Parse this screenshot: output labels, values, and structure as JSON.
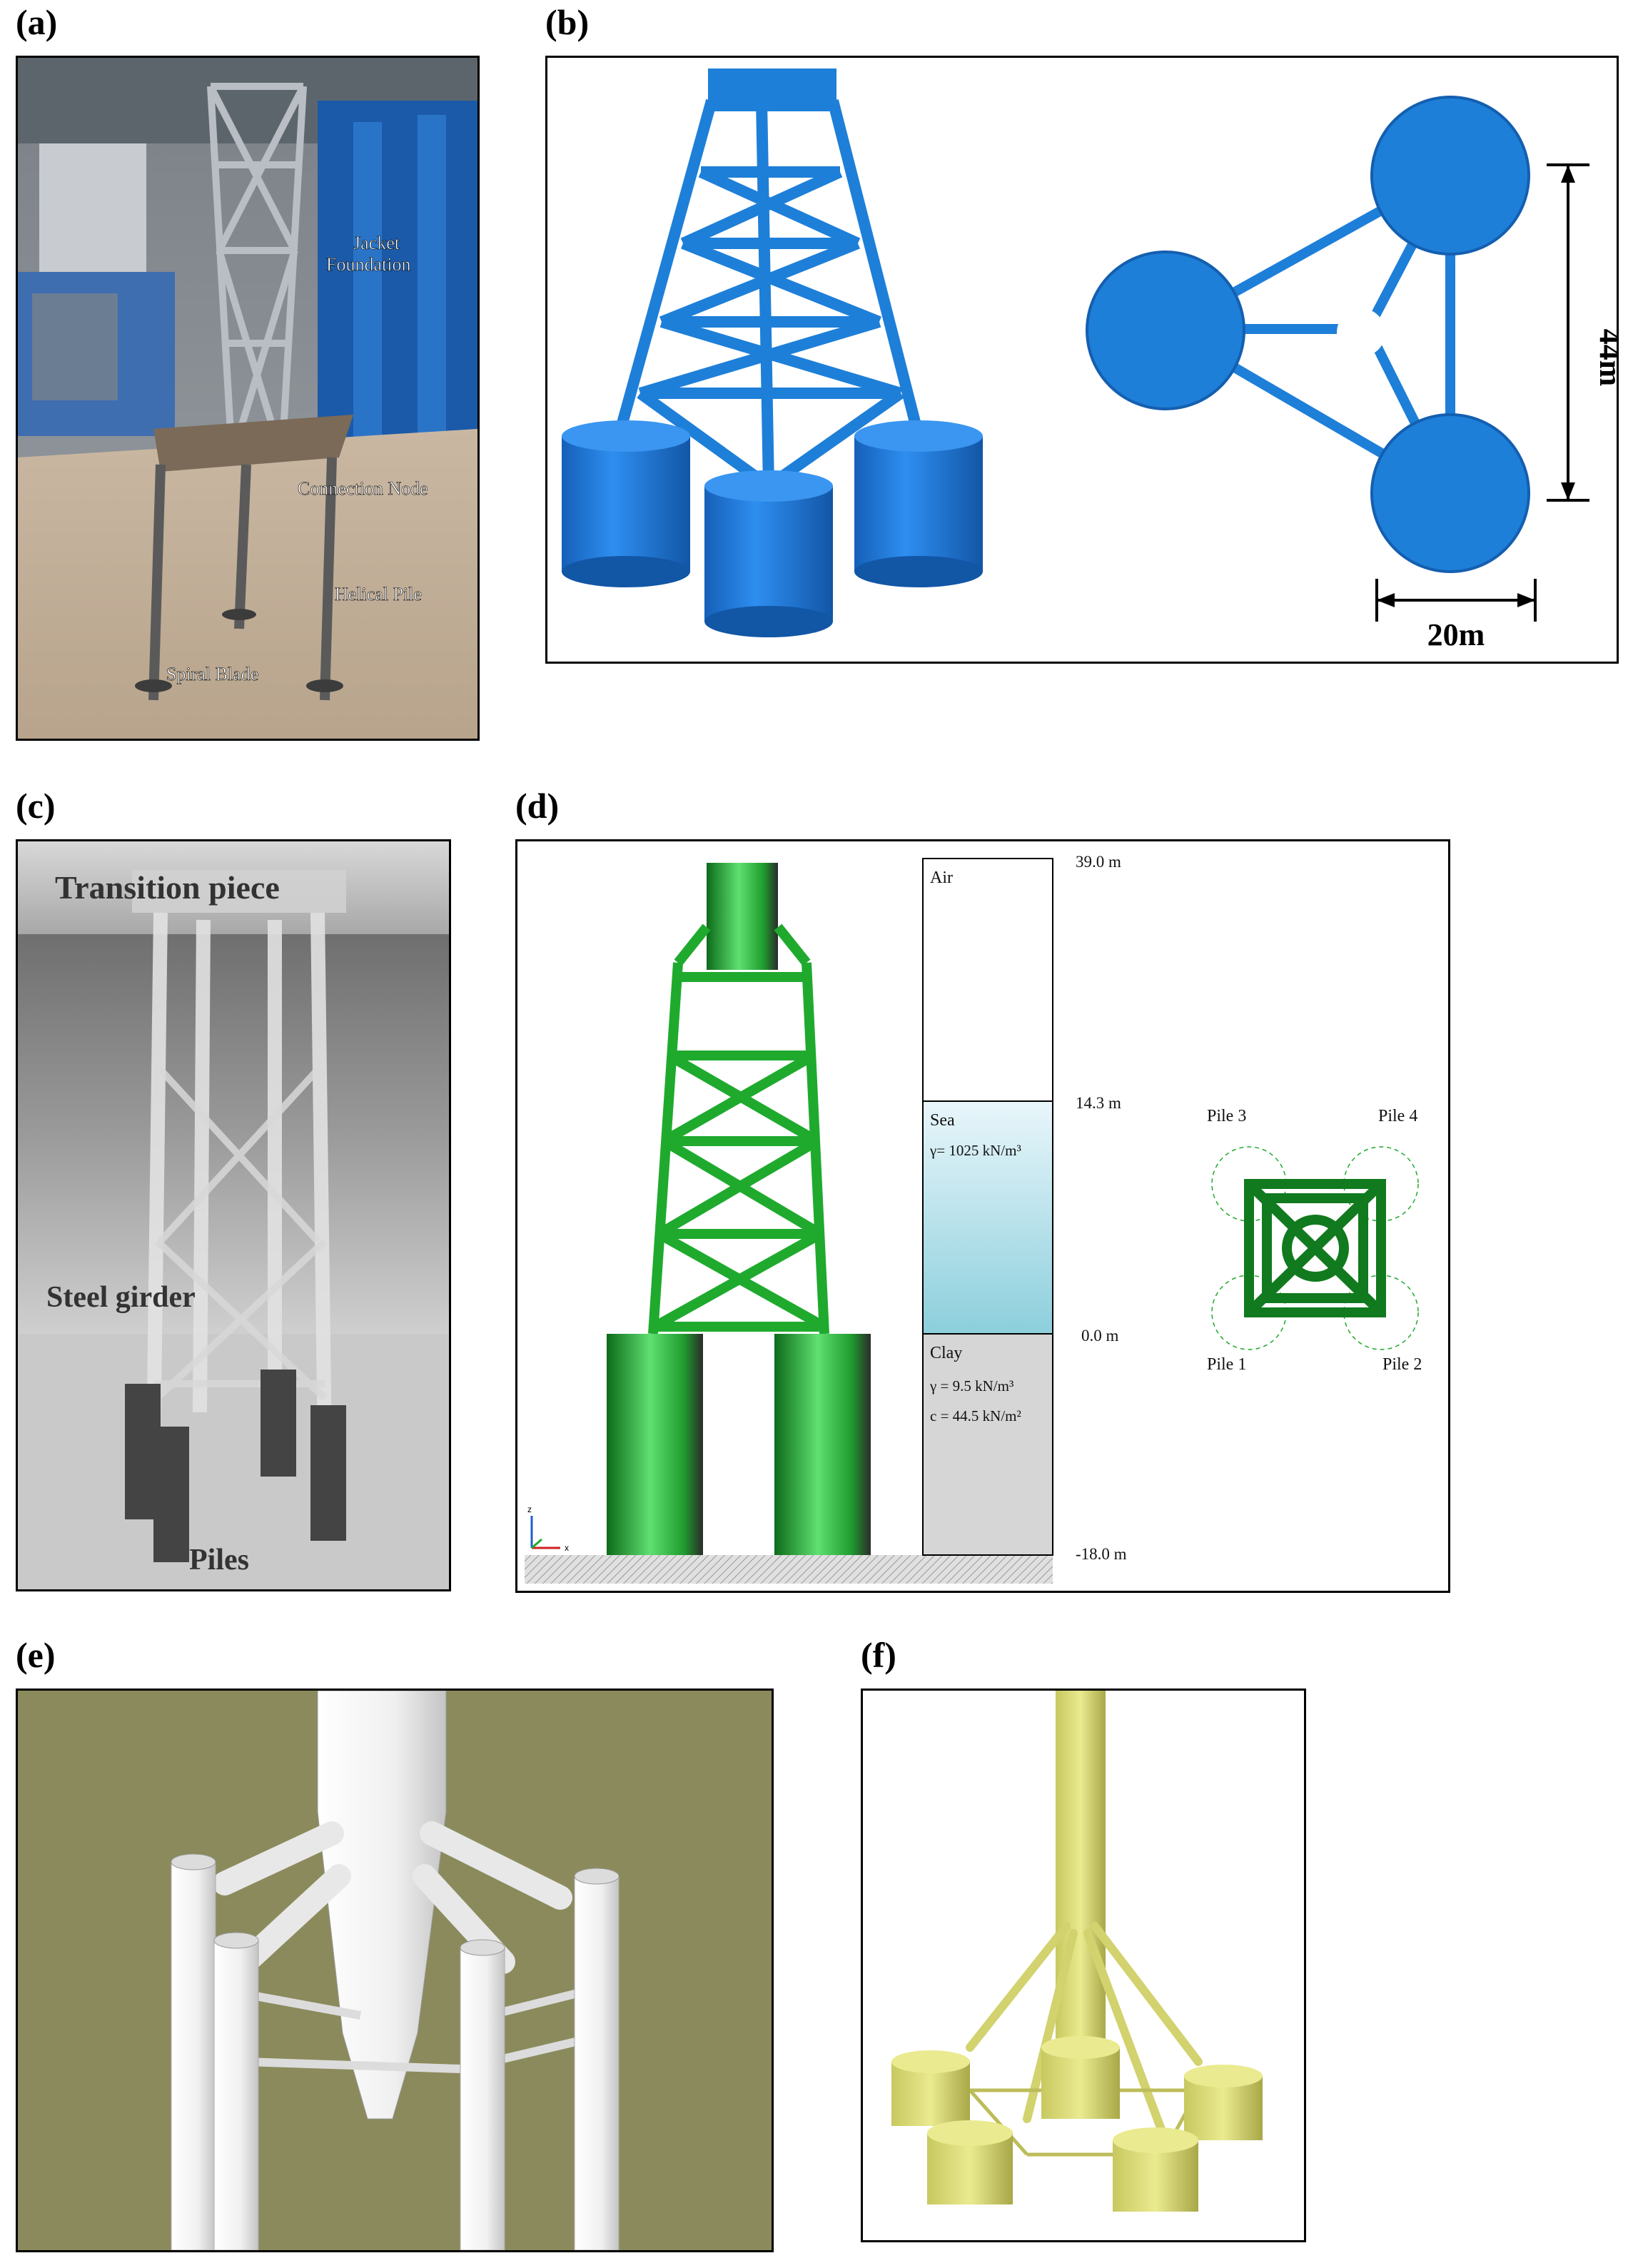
{
  "panels": {
    "a": {
      "label": "(a)",
      "annotations": {
        "jacket_line1": "Jacket",
        "jacket_line2": "Foundation",
        "connection_node": "Connection Node",
        "helical_pile": "Helical Pile",
        "spiral_blade": "Spiral Blade"
      }
    },
    "b": {
      "label": "(b)",
      "dim_height": "44m",
      "dim_width": "20m"
    },
    "c": {
      "label": "(c)",
      "annotations": {
        "transition_piece": "Transition piece",
        "steel_girder": "Steel girder",
        "piles": "Piles"
      }
    },
    "d": {
      "label": "(d)",
      "layers": {
        "air": "Air",
        "sea": "Sea",
        "sea_gamma": "γ= 1025 kN/m³",
        "clay": "Clay",
        "clay_gamma": "γ = 9.5 kN/m³",
        "clay_c": "c = 44.5 kN/m²"
      },
      "elevations": {
        "top": "39.0 m",
        "sea_level": "14.3 m",
        "mudline": "0.0 m",
        "bottom": "-18.0 m"
      },
      "piles": {
        "pile1": "Pile 1",
        "pile2": "Pile 2",
        "pile3": "Pile 3",
        "pile4": "Pile 4"
      },
      "axis": {
        "z": "z",
        "x": "x"
      }
    },
    "e": {
      "label": "(e)"
    },
    "f": {
      "label": "(f)"
    }
  },
  "colors": {
    "blue_model": "#1e7fd8",
    "green_model": "#1faa2e",
    "olive_background": "#8b8a5c",
    "yellow_model": "#dcdc78",
    "sea_gradient_top": "#e9f6fb",
    "sea_gradient_bottom": "#8ccfdc",
    "clay_fill": "#d6d6d6"
  }
}
